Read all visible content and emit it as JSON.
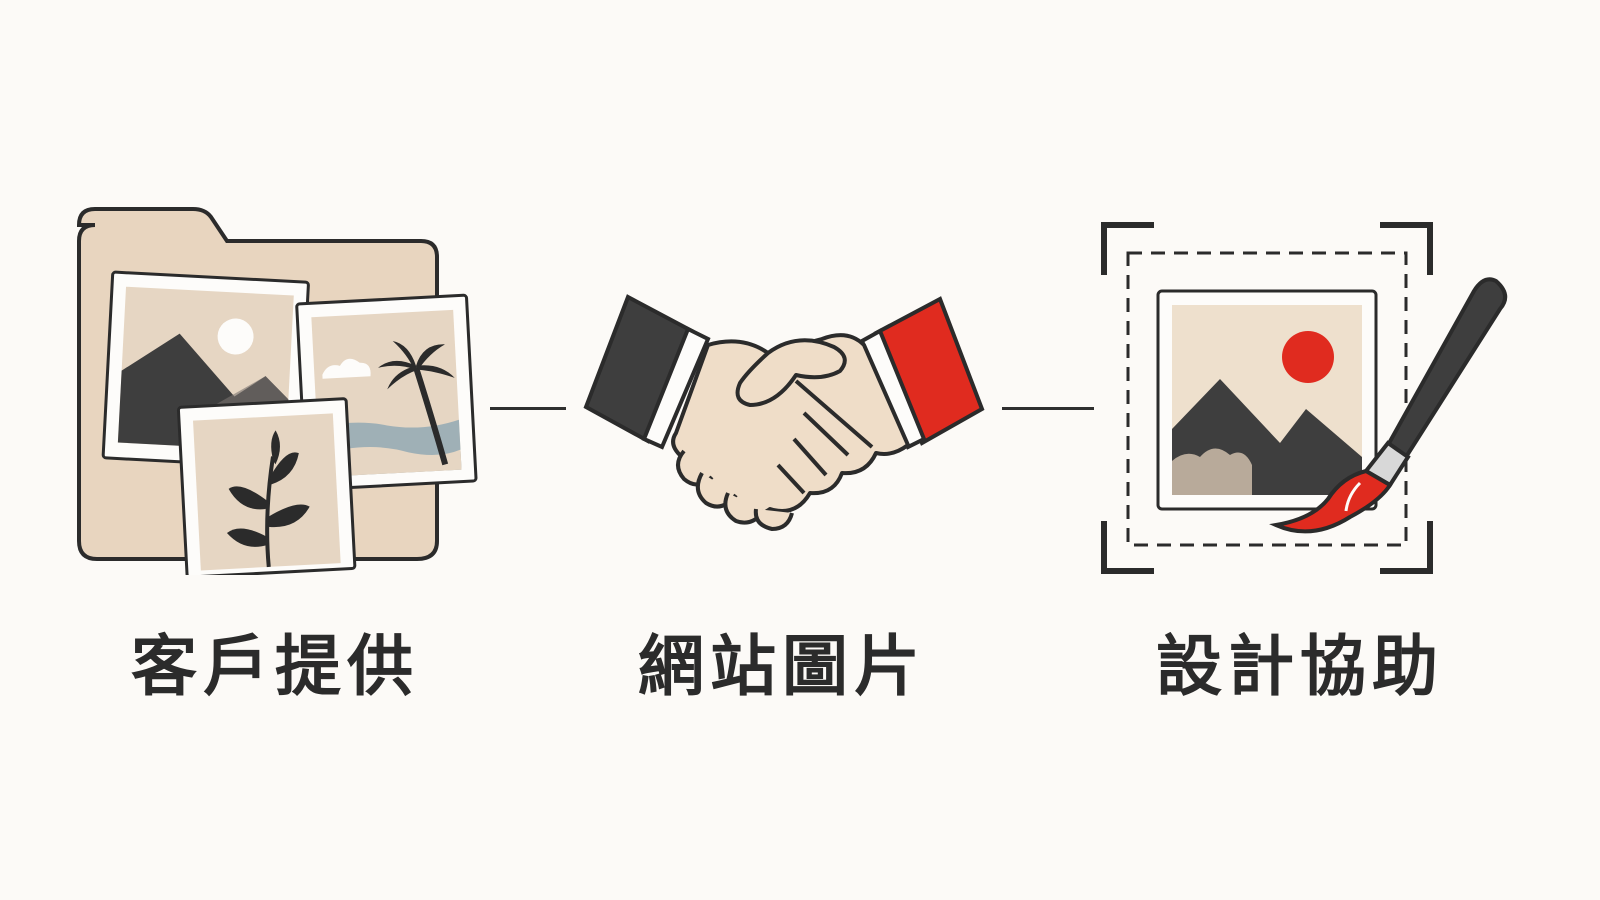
{
  "steps": [
    {
      "label": "客戶提供",
      "icon": "photo-folder-icon"
    },
    {
      "label": "網站圖片",
      "icon": "handshake-icon"
    },
    {
      "label": "設計協助",
      "icon": "image-paintbrush-icon"
    }
  ],
  "colors": {
    "background": "#fcfaf7",
    "ink": "#2b2b2b",
    "beige": "#e8d5bf",
    "accent_red": "#e02b1f",
    "dark_gray": "#3e3e3e"
  }
}
